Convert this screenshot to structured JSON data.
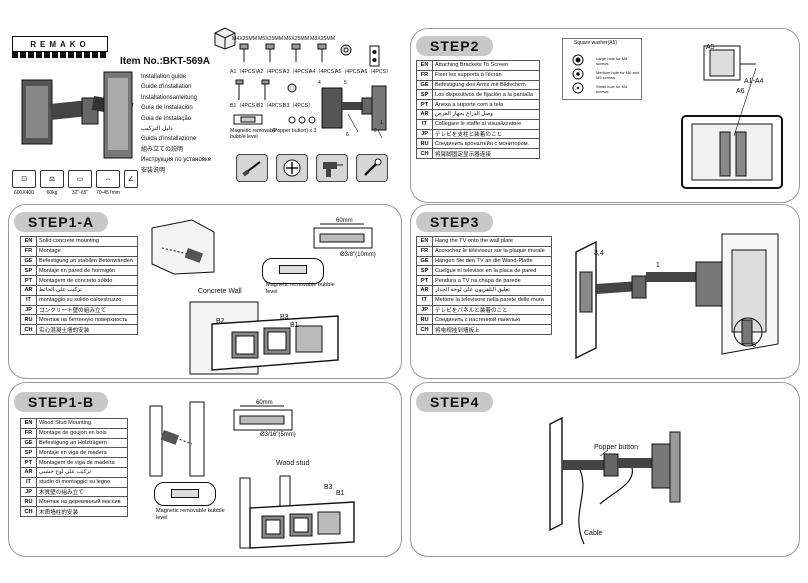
{
  "header": {
    "brand": "REMAKO",
    "item_no": "Item No.:BKT-569A",
    "guides": [
      "Installation guide",
      "Guide d'installation",
      "Installationsanleitung",
      "Guía de Instalación",
      "Guia de Instalação",
      "دليل التركيب",
      "Guida d'installazione",
      "組み立ての説明",
      "Инструкция по установке",
      "安装说明"
    ],
    "specs": [
      "600X400",
      "60kg",
      "32\"-65\"",
      "70-457mm"
    ],
    "spec_icons": [
      "vesa-icon",
      "weight-icon",
      "screen-size-icon",
      "depth-icon",
      "tilt-icon"
    ],
    "screws_top": [
      "M4X25MM",
      "M5X25MM",
      "M6X25MM",
      "M8X25MM"
    ],
    "screws_top_labels": [
      "A1（4PCS）",
      "A2（4PCS）",
      "A3（4PCS）",
      "A4（4PCS）",
      "A5（4PCS）",
      "A6（4PCS）"
    ],
    "screws_bottom_labels": [
      "B1（4PCS）",
      "B2（4PCS）",
      "B3（4PCS）"
    ],
    "level_label": "Magnetic removable bubble level",
    "popper_label": "(Popper button) x 3",
    "diagram_labels": [
      "4",
      "5",
      "1",
      "6",
      "2"
    ]
  },
  "step2": {
    "title": "STEP2",
    "rows": [
      [
        "EN",
        "Attaching Brackets To Screen"
      ],
      [
        "FR",
        "Fixer les supports à l'écran"
      ],
      [
        "GE",
        "Befestigung des Arms mit Bildschirm"
      ],
      [
        "SP",
        "Los dispositivos de fijación a la pantalla"
      ],
      [
        "PT",
        "Anexa a suporte com a tela"
      ],
      [
        "AR",
        "وصل الذراع بجهاز العرض"
      ],
      [
        "IT",
        "Collegare le staffe al visualizzatore"
      ],
      [
        "JP",
        "テレビを支柱と装着のこと"
      ],
      [
        "RU",
        "Соединить кронштейн с монитором."
      ],
      [
        "CH",
        "将臂脚固定显示器连接"
      ]
    ],
    "washer_title": "Square washer(A5)",
    "washer_notes": [
      "Large hole for M8 screws",
      "Medium hole for M6 and M5 screws",
      "Small hole for M4 screws"
    ],
    "callouts": [
      "A5",
      "A1-A4",
      "A6"
    ]
  },
  "step1a": {
    "title": "STEP1-A",
    "rows": [
      [
        "EN",
        "Solid concrete mounting"
      ],
      [
        "FR",
        "Montage"
      ],
      [
        "GE",
        "Befestigung an stabilen Betonwänden"
      ],
      [
        "SP",
        "Montaje en pared de hormigón"
      ],
      [
        "PT",
        "Montagem de concreto sólido"
      ],
      [
        "AR",
        "تركيب على الحائط"
      ],
      [
        "IT",
        "montaggio su solido calcestruzzo"
      ],
      [
        "JP",
        "コンクリート壁の組み立て"
      ],
      [
        "RU",
        "Монтаж на бетонную поверхность"
      ],
      [
        "CH",
        "实心混凝土墙的安装"
      ]
    ],
    "drill_depth": "60mm",
    "drill_bit": "Ø3/8\"(10mm)",
    "wall_label": "Concrete Wall",
    "level_label": "Magnetic removable bubble level",
    "callouts": [
      "B2",
      "B3",
      "B1"
    ]
  },
  "step1b": {
    "title": "STEP1-B",
    "rows": [
      [
        "EN",
        "Wood Stud Mounting"
      ],
      [
        "FR",
        "Montage de goujon en bois"
      ],
      [
        "GE",
        "Befestigung an Holzträgern"
      ],
      [
        "SP",
        "Montaje en viga de madera"
      ],
      [
        "PT",
        "Montagem de viga de madeira"
      ],
      [
        "AR",
        "تركيب على لوح خشبي"
      ],
      [
        "IT",
        "studio di montaggio su legno"
      ],
      [
        "JP",
        "木質壁の組み立て"
      ],
      [
        "RU",
        "Монтаж на деревянный массив"
      ],
      [
        "CH",
        "木质墙柱的安装"
      ]
    ],
    "drill_depth": "60mm",
    "drill_bit": "Ø3/16\"(5mm)",
    "wall_label": "Wood stud",
    "level_label": "Magnetic removable bubble level",
    "callouts": [
      "B3",
      "B1"
    ]
  },
  "step3": {
    "title": "STEP3",
    "rows": [
      [
        "EN",
        "Hang the TV onto the wall plate"
      ],
      [
        "FR",
        "Accrochez le téléviseur sur la plaque murale"
      ],
      [
        "GE",
        "Hängen Sie den TV an die Wand-Platte"
      ],
      [
        "SP",
        "Cuelgue el televisor en la placa de pared"
      ],
      [
        "PT",
        "Pendura a TV na chapa de parede"
      ],
      [
        "AR",
        "تعليق التلفزيون على لوحة الجدار"
      ],
      [
        "IT",
        "Mettere la televisore nella parete delle mura"
      ],
      [
        "JP",
        "テレビをパネルと装着のこと"
      ],
      [
        "RU",
        "Соединить с настенной панелью"
      ],
      [
        "CH",
        "将电视挂到墙板上"
      ]
    ],
    "callouts": [
      "3,4",
      "1",
      "6"
    ]
  },
  "step4": {
    "title": "STEP4",
    "popper": "Popper button",
    "cable": "Cable"
  },
  "colors": {
    "title_bg": "#c8c8c8",
    "tool_bg": "#d6d6d6",
    "border": "#999999"
  }
}
